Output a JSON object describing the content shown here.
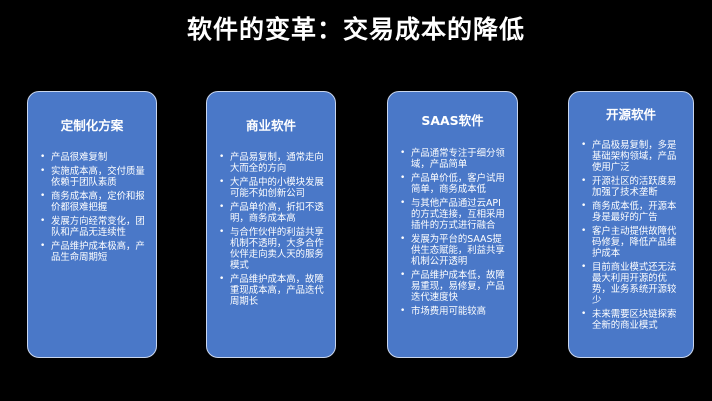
{
  "slide": {
    "title": "软件的变革：交易成本的降低"
  },
  "cards": [
    {
      "title": "定制化方案",
      "items": [
        "产品很难复制",
        "实施成本高，交付质量依赖于团队素质",
        "商务成本高，定价和报价都很难把握",
        "发展方向经常变化，团队和产品无连续性",
        "产品维护成本极高，产品生命周期短"
      ]
    },
    {
      "title": "商业软件",
      "items": [
        "产品易复制，通常走向大而全的方向",
        "大产品中的小模块发展可能不如创新公司",
        "产品单价高，折扣不透明，商务成本高",
        "与合作伙伴的利益共享机制不透明，大多合作伙伴走向卖人天的服务模式",
        "产品维护成本高，故障重现成本高，产品迭代周期长"
      ]
    },
    {
      "title": "SAAS软件",
      "items": [
        "产品通常专注于细分领域，产品简单",
        "产品单价低，客户试用简单，商务成本低",
        "与其他产品通过云API的方式连接，互相采用插件的方式进行融合",
        "发展为平台的SAAS提供生态赋能，利益共享机制公开透明",
        "产品维护成本低，故障易重现，易修复，产品迭代速度快",
        "市场费用可能较高"
      ]
    },
    {
      "title": "开源软件",
      "items": [
        "产品极易复制，多是基础架构领域，产品使用广泛",
        "开源社区的活跃度易加强了技术垄断",
        "商务成本低，开源本身是最好的广告",
        "客户主动提供故障代码修复，降低产品维护成本",
        "目前商业模式还无法最大利用开源的优势，业务系统开源较少",
        "未来需要区块链探索全新的商业模式"
      ]
    }
  ]
}
